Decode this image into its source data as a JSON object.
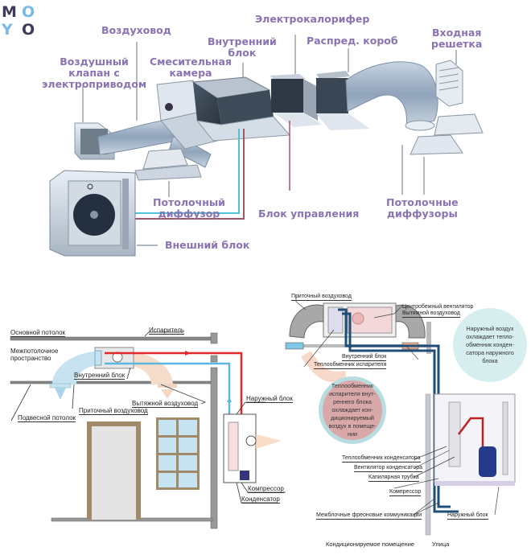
{
  "logo": {
    "letters": [
      "M",
      "O",
      "Y",
      "O"
    ],
    "colors": {
      "dark": "#3d3a5c",
      "light": "#7ab8e8"
    }
  },
  "top_diagram": {
    "label_color": "#8a73b3",
    "labels": {
      "air_valve": [
        "Воздушный",
        "клапан с",
        "электроприводом"
      ],
      "air_duct": "Воздуховод",
      "mixing_chamber": [
        "Смесительная",
        "камера"
      ],
      "indoor_unit": [
        "Внутренний",
        "блок"
      ],
      "electric_heater": "Электрокалорифер",
      "distribution_box": "Распред. короб",
      "inlet_grille": [
        "Входная",
        "решетка"
      ],
      "ceiling_diffuser": [
        "Потолочный",
        "диффузор"
      ],
      "control_unit": "Блок управления",
      "ceiling_diffusers": [
        "Потолочные",
        "диффузоры"
      ],
      "outdoor_unit": "Внешний блок"
    },
    "colors": {
      "cold_line": "#4fc3d9",
      "hot_line": "#a0566a"
    }
  },
  "left_diagram": {
    "labels": {
      "main_ceiling": "Основной потолок",
      "evaporator": "Испаритель",
      "interceiling_space": [
        "Межпотолочное",
        "пространство"
      ],
      "indoor_unit": "Внутренний блок",
      "exhaust_duct": "Вытяжной воздуховод",
      "supply_duct": "Приточный воздуховод",
      "false_ceiling": "Подвесной потолок",
      "outdoor_unit": "Наружный блок",
      "compressor": "Компрессор",
      "condenser": "Конденсатор"
    },
    "colors": {
      "hot": "#e02828",
      "cold": "#5ab8e0",
      "frame": "#a08a6a",
      "glass": "#c6e3f2"
    }
  },
  "right_diagram": {
    "labels": {
      "supply_duct": "Приточный воздуховод",
      "centrifugal_fan": "Центробежный вентилятор",
      "exhaust_duct": "Вытяжной воздуховод",
      "indoor_unit": "Внутренний блок",
      "evaporator_hx": "Теплообменник испарителя",
      "condenser_hx": "Теплообменник конденсатора",
      "condenser_fan": "Вентилятор конденсатора",
      "capillary_tube": "Капилярная трубка",
      "compressor": "Компрессор",
      "interblock_lines": "Межблочные фреоновые коммуникации",
      "outdoor_unit": "Наружный блок",
      "room": "Кондиционируемое помещение",
      "street": "Улица"
    },
    "bubbles": {
      "indoor": [
        "Теплообменник",
        "испарителя внут-",
        "реннего блока",
        "охлаждает кон-",
        "диционируемый",
        "воздух в помеще-",
        "нии"
      ],
      "outdoor": [
        "Наружный воздух",
        "охлаждает тепло-",
        "обменник конден-",
        "сатора наружного",
        "блока"
      ]
    },
    "colors": {
      "pipe": "#1f4e79",
      "bubble_indoor": "#d9a9a9",
      "bubble_outdoor": "#d6eeee",
      "bubble_ring": "#b8dde0"
    }
  }
}
